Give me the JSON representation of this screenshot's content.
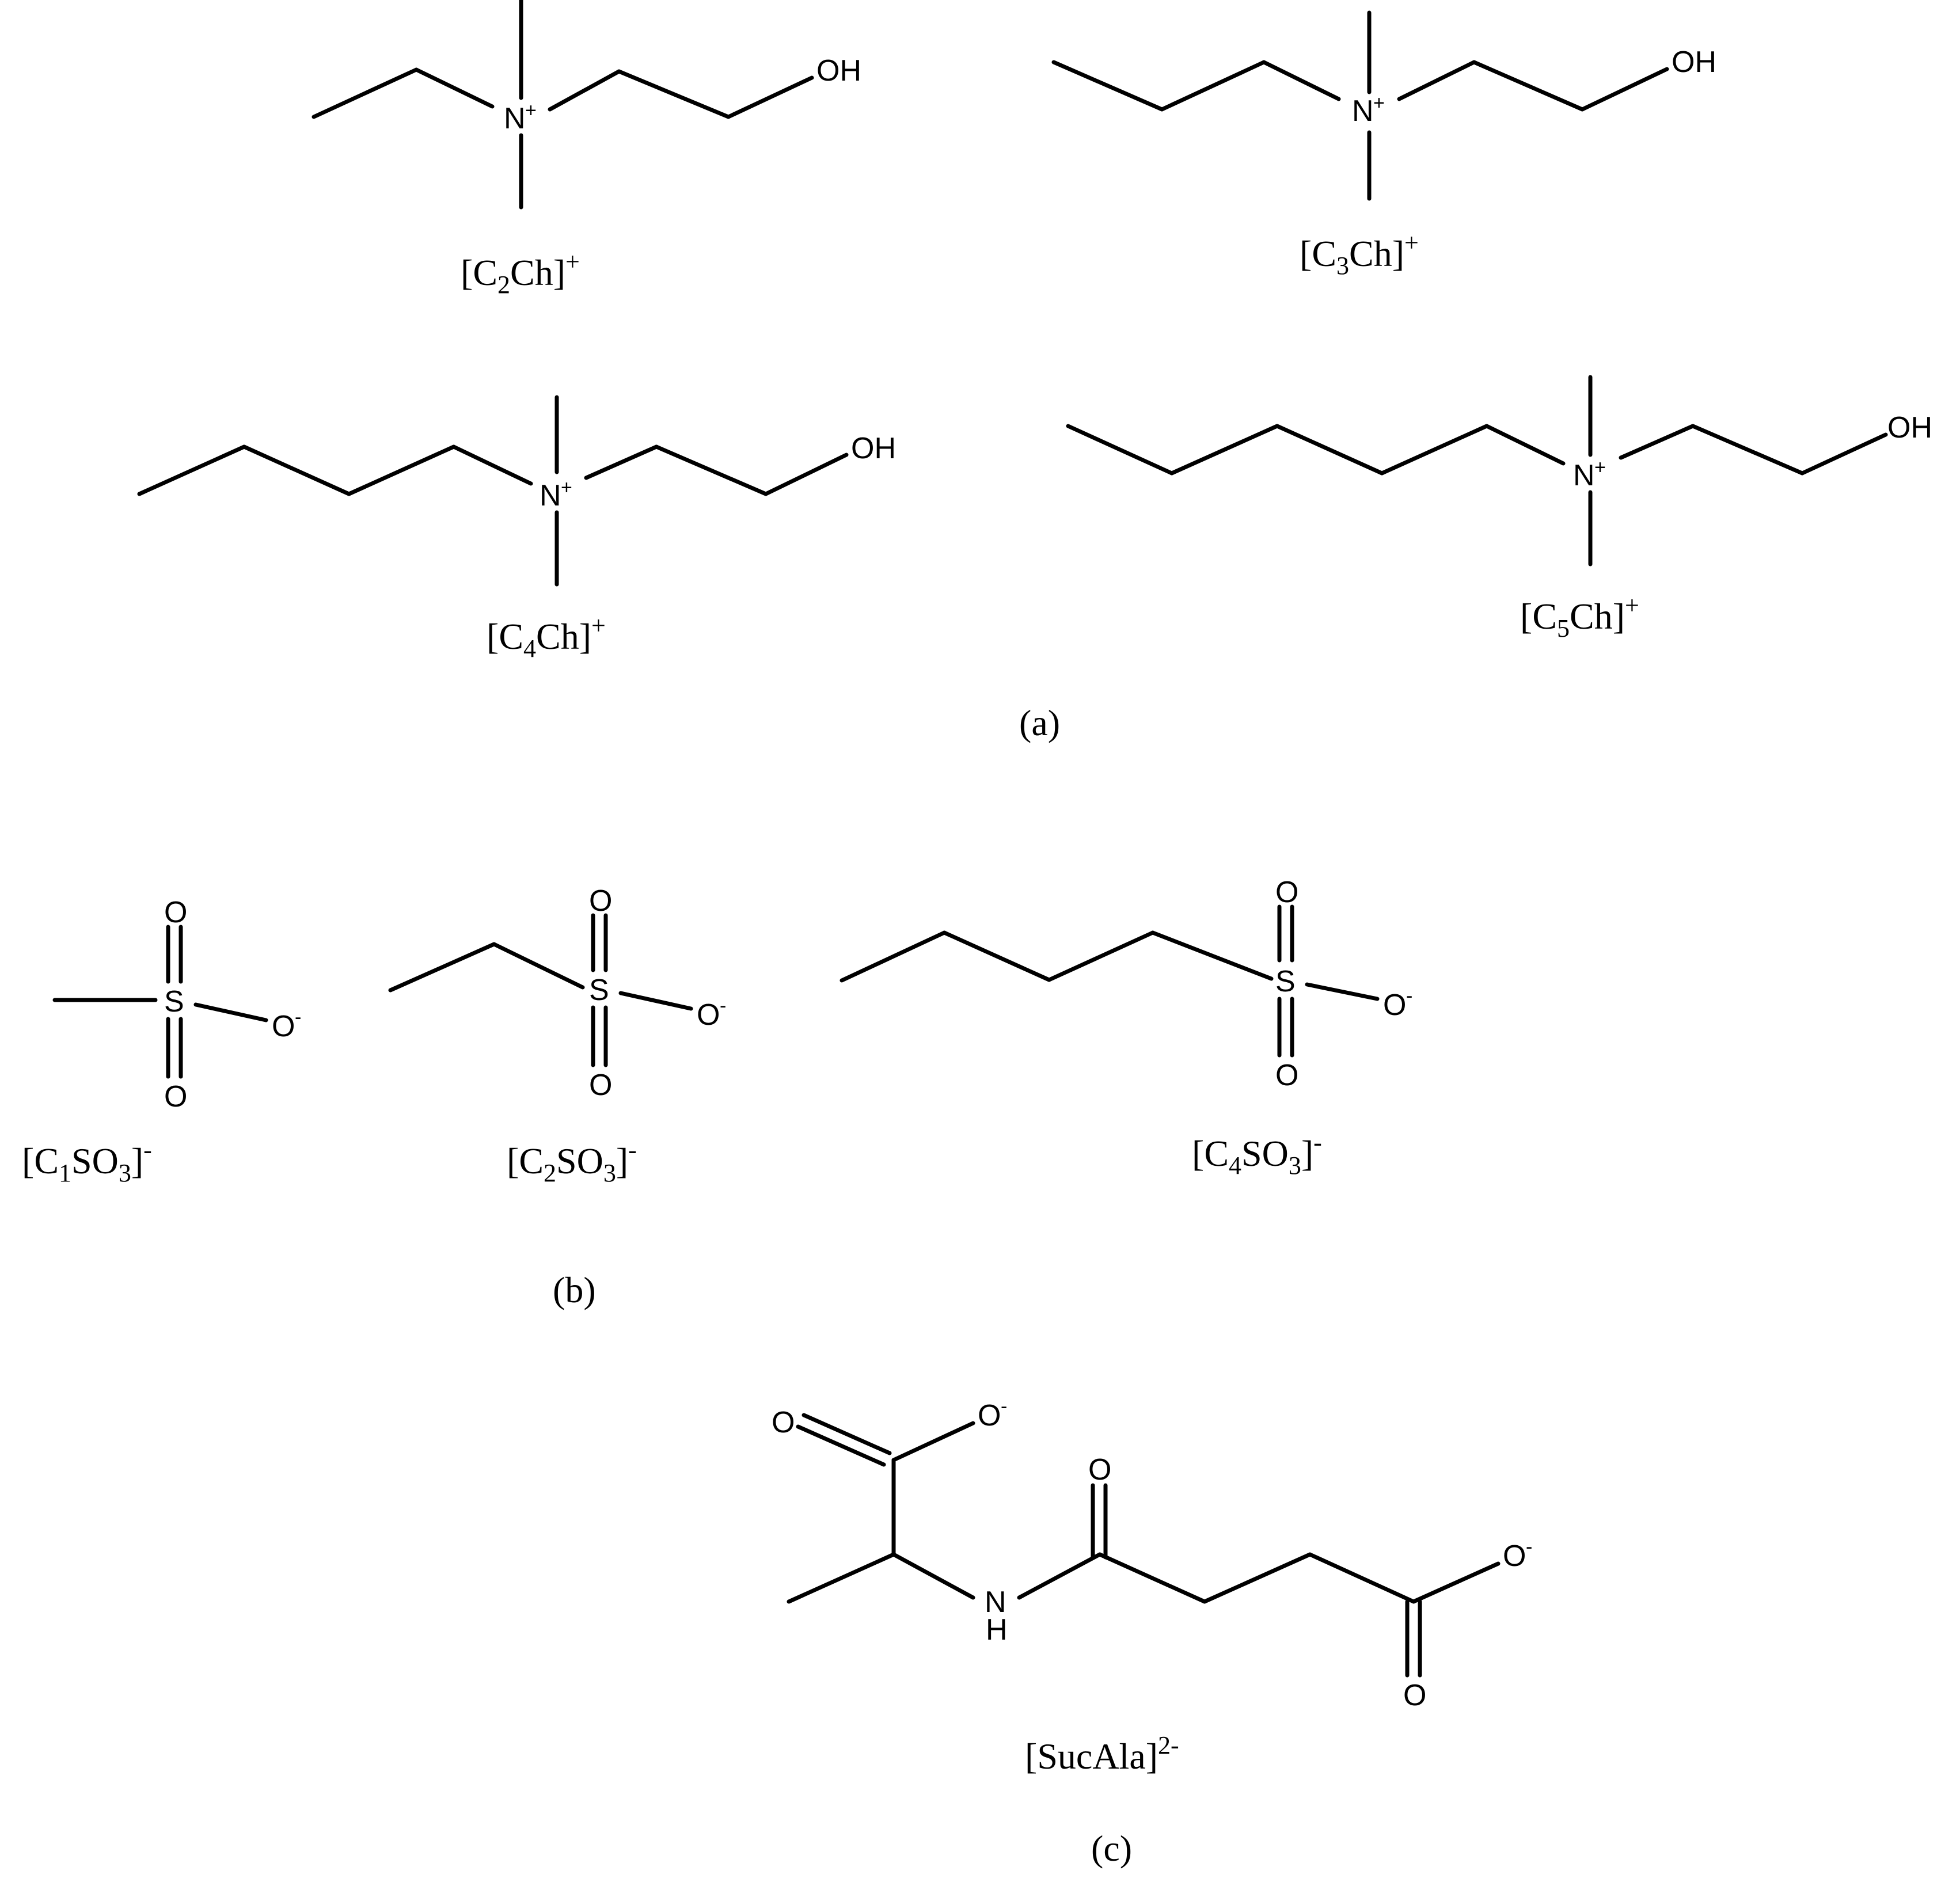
{
  "panels": {
    "a": "(a)",
    "b": "(b)",
    "c": "(c)"
  },
  "atoms": {
    "oh": "OH",
    "n": "N",
    "plus": "+",
    "o": "O",
    "s": "S",
    "minus": "-",
    "nh_n": "N",
    "nh_h": "H"
  },
  "ions": {
    "c2ch": {
      "pre": "[C",
      "sub": "2",
      "post": "Ch]",
      "sup": "+"
    },
    "c3ch": {
      "pre": "[C",
      "sub": "3",
      "post": "Ch]",
      "sup": "+"
    },
    "c4ch": {
      "pre": "[C",
      "sub": "4",
      "post": "Ch]",
      "sup": "+"
    },
    "c5ch": {
      "pre": "[C",
      "sub": "5",
      "post": "Ch]",
      "sup": "+"
    },
    "c1so3": {
      "pre": "[C",
      "sub": "1",
      "mid": "SO",
      "sub2": "3",
      "post": "]",
      "sup": "-"
    },
    "c2so3": {
      "pre": "[C",
      "sub": "2",
      "mid": "SO",
      "sub2": "3",
      "post": "]",
      "sup": "-"
    },
    "c4so3": {
      "pre": "[C",
      "sub": "4",
      "mid": "SO",
      "sub2": "3",
      "post": "]",
      "sup": "-"
    },
    "sucala": {
      "pre": "[SucAla]",
      "sup": "2-"
    }
  }
}
